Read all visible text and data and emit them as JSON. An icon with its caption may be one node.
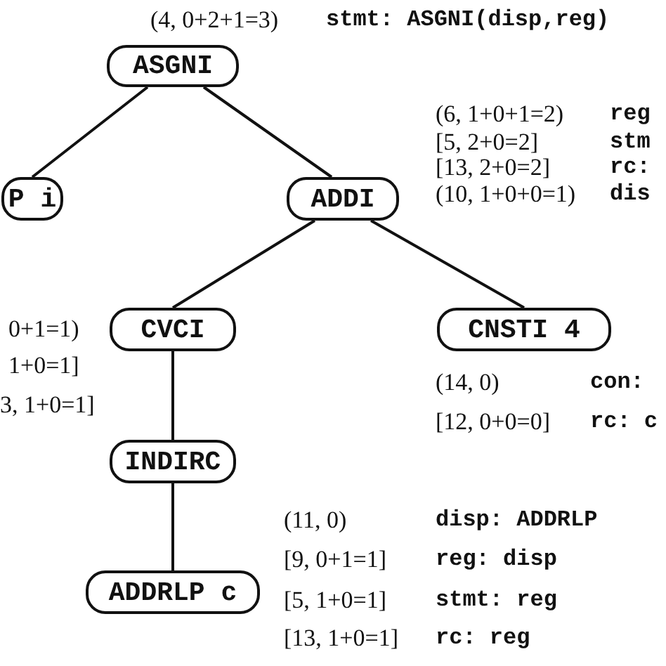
{
  "diagram": {
    "nodes": [
      {
        "text": [
          "ASGNI"
        ]
      },
      {
        "text": [
          "P i"
        ]
      },
      {
        "text": [
          "ADDI"
        ]
      },
      {
        "text": [
          "CVCI"
        ]
      },
      {
        "text": [
          "CNSTI 4"
        ]
      },
      {
        "text": [
          "INDIRC"
        ]
      },
      {
        "text": [
          "ADDRLP c"
        ]
      }
    ],
    "edges": [
      {
        "from": 0,
        "to": 1,
        "arrow": "none"
      },
      {
        "from": 0,
        "to": 2,
        "arrow": "none"
      },
      {
        "from": 2,
        "to": 3,
        "arrow": "none"
      },
      {
        "from": 2,
        "to": 4,
        "arrow": "none"
      },
      {
        "from": 3,
        "to": 5,
        "arrow": "none"
      },
      {
        "from": 5,
        "to": 6,
        "arrow": "none"
      }
    ],
    "labels": [
      "(4, 0+2+1=3)",
      "stmt: ASGNI(disp,reg)",
      "(6, 1+0+1=2)",
      "reg",
      "[5, 2+0=2]",
      "stm",
      "[13, 2+0=2]",
      "rc:",
      "(10, 1+0+0=1)",
      "dis",
      "0+1=1)",
      "1+0=1]",
      "3, 1+0=1]",
      "(14, 0)",
      "con:",
      "[12, 0+0=0]",
      "rc: c",
      "(11, 0)",
      "disp: ADDRLP",
      "[9, 0+1=1]",
      "reg: disp",
      "[5, 1+0=1]",
      "stmt: reg",
      "[13, 1+0=1]",
      "rc: reg"
    ]
  }
}
